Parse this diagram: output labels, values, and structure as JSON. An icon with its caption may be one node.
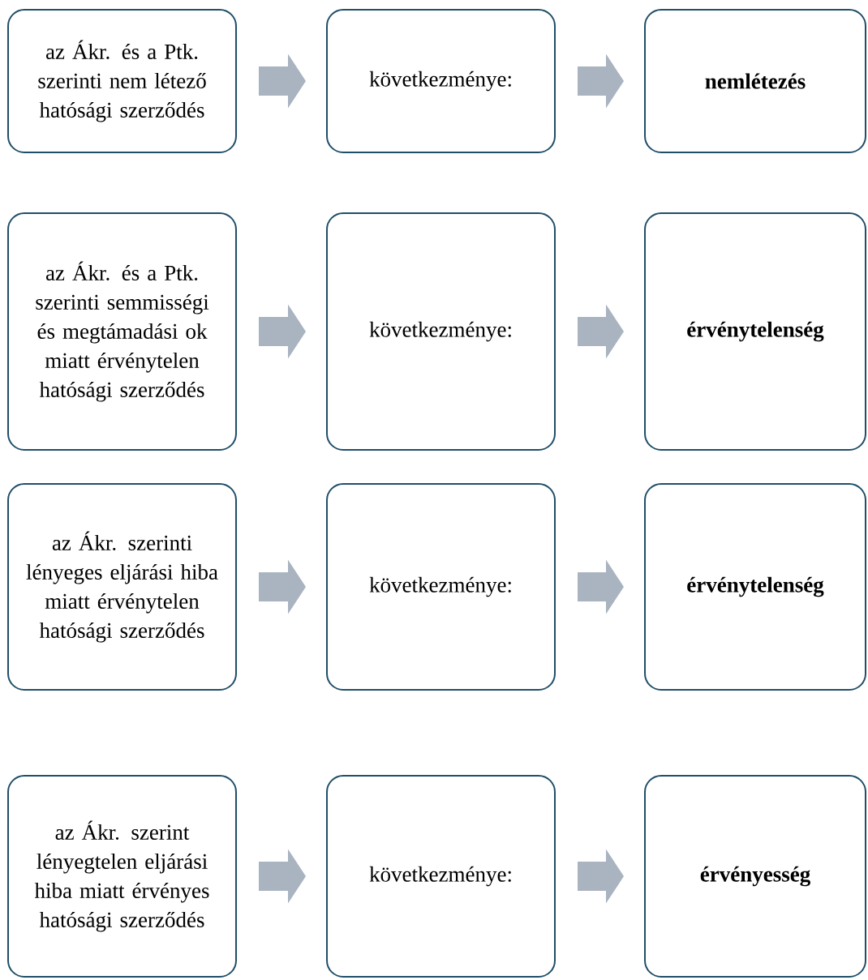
{
  "diagram": {
    "nodes": [
      {
        "text": [
          "az Ákr. és a Ptk. szerinti nem létező hatósági szerződés"
        ]
      },
      {
        "text": [
          "következménye:"
        ]
      },
      {
        "text": [
          "nemlétezés"
        ]
      },
      {
        "text": [
          "az Ákr. és a Ptk. szerinti semmisségi és megtámadási ok miatt érvénytelen hatósági szerződés"
        ]
      },
      {
        "text": [
          "következménye:"
        ]
      },
      {
        "text": [
          "érvénytelenség"
        ]
      },
      {
        "text": [
          "az Ákr. szerinti lényeges eljárási hiba miatt érvénytelen hatósági szerződés"
        ]
      },
      {
        "text": [
          "következménye:"
        ]
      },
      {
        "text": [
          "érvénytelenség"
        ]
      },
      {
        "text": [
          "az Ákr. szerint lényegtelen eljárási hiba miatt érvényes hatósági szerződés"
        ]
      },
      {
        "text": [
          "következménye:"
        ]
      },
      {
        "text": [
          "érvényesség"
        ]
      }
    ],
    "edges": [
      {
        "from": 0,
        "to": 1,
        "arrow": "to"
      },
      {
        "from": 1,
        "to": 2,
        "arrow": "to"
      },
      {
        "from": 3,
        "to": 4,
        "arrow": "to"
      },
      {
        "from": 4,
        "to": 5,
        "arrow": "to"
      },
      {
        "from": 6,
        "to": 7,
        "arrow": "to"
      },
      {
        "from": 7,
        "to": 8,
        "arrow": "to"
      },
      {
        "from": 9,
        "to": 10,
        "arrow": "to"
      },
      {
        "from": 10,
        "to": 11,
        "arrow": "to"
      }
    ]
  }
}
